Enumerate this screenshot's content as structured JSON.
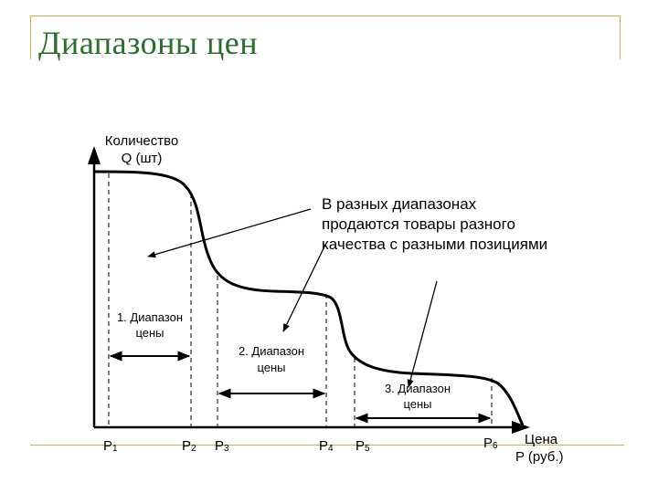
{
  "slide": {
    "title": "Диапазоны цен"
  },
  "diagram": {
    "y_axis_label": [
      "Количество",
      "Q (шт)"
    ],
    "x_axis_label": [
      "Цена",
      "P (руб.)"
    ],
    "price_points": [
      {
        "main": "P",
        "sub": "1"
      },
      {
        "main": "P",
        "sub": "2"
      },
      {
        "main": "P",
        "sub": "3"
      },
      {
        "main": "P",
        "sub": "4"
      },
      {
        "main": "P",
        "sub": "5"
      },
      {
        "main": "P",
        "sub": "6"
      }
    ],
    "ranges": [
      {
        "lines": [
          "1. Диапазон",
          "цены"
        ]
      },
      {
        "lines": [
          "2. Диапазон",
          "цены"
        ]
      },
      {
        "lines": [
          "3. Диапазон",
          "цены"
        ]
      }
    ],
    "callout": [
      "В разных диапазонах",
      "продаются товары разного",
      "качества с разными позициями"
    ]
  }
}
